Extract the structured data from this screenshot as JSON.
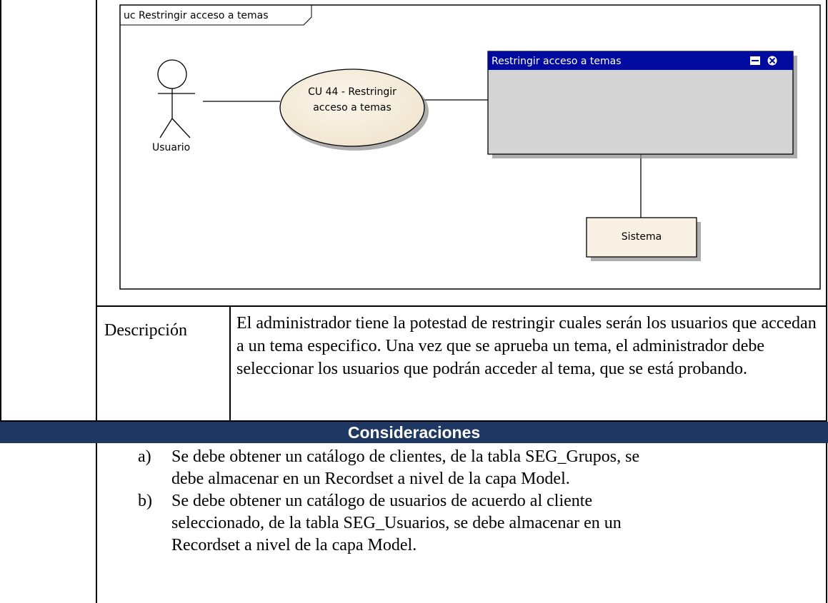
{
  "diagram": {
    "frame_label": "uc Restringir acceso a temas",
    "actor_label": "Usuario",
    "use_case_label": "CU 44 - Restringir\nacceso a temas",
    "window_title": "Restringir acceso a temas",
    "system_label": "Sistema",
    "colors": {
      "ellipse_fill": "#f6eedf",
      "window_title_bar": "#000a9e",
      "window_body": "#d4d4d4",
      "system_fill": "#f8f0e2"
    }
  },
  "description": {
    "label": "Descripción",
    "text": "El administrador tiene la potestad de restringir cuales serán los usuarios que accedan a un tema especifico. Una vez que se aprueba un tema, el administrador debe seleccionar los usuarios que podrán acceder al tema, que se está probando."
  },
  "considerations": {
    "header": "Consideraciones",
    "header_color": "#1f3763",
    "items": [
      {
        "label": "a)",
        "text": "Se debe obtener un catálogo de clientes, de la tabla SEG_Grupos, se\ndebe almacenar en un Recordset a nivel de la capa Model."
      },
      {
        "label": "b)",
        "text": "Se debe obtener un catálogo de usuarios de acuerdo al cliente\nseleccionado, de la tabla SEG_Usuarios, se debe almacenar en un\nRecordset a nivel de la capa Model."
      }
    ]
  }
}
